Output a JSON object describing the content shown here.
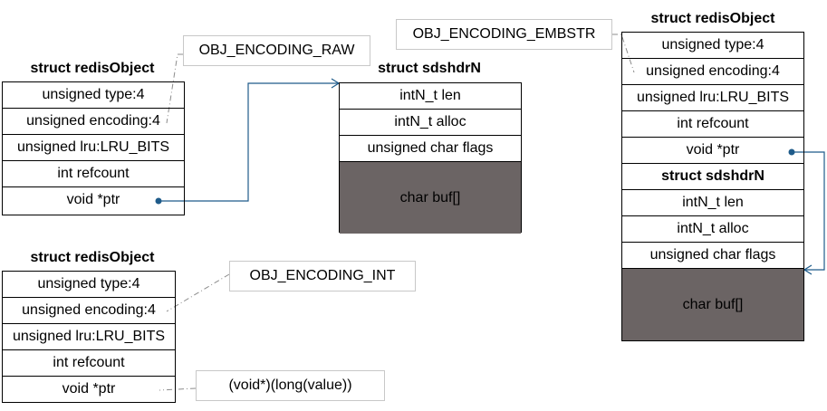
{
  "raw_object": {
    "title": "struct redisObject",
    "fields": [
      "unsigned type:4",
      "unsigned encoding:4",
      "unsigned lru:LRU_BITS",
      "int refcount",
      "void *ptr"
    ]
  },
  "raw_sds": {
    "title": "struct sdshdrN",
    "fields": [
      "intN_t len",
      "intN_t alloc",
      "unsigned char flags"
    ],
    "buf": "char buf[]"
  },
  "int_object": {
    "title": "struct redisObject",
    "fields": [
      "unsigned type:4",
      "unsigned encoding:4",
      "unsigned lru:LRU_BITS",
      "int refcount",
      "void *ptr"
    ]
  },
  "embstr_object": {
    "title": "struct redisObject",
    "fields": [
      "unsigned type:4",
      "unsigned encoding:4",
      "unsigned lru:LRU_BITS",
      "int refcount",
      "void *ptr"
    ],
    "sds_title": "struct sdshdrN",
    "sds_fields": [
      "intN_t len",
      "intN_t alloc",
      "unsigned char flags"
    ],
    "buf": "char buf[]"
  },
  "labels": {
    "raw": "OBJ_ENCODING_RAW",
    "embstr": "OBJ_ENCODING_EMBSTR",
    "int": "OBJ_ENCODING_INT",
    "int_value": "(void*)(long(value))"
  },
  "colors": {
    "pointer": "#1f5b8a",
    "buffer": "#6b6464",
    "leader": "#8c8c8c"
  }
}
